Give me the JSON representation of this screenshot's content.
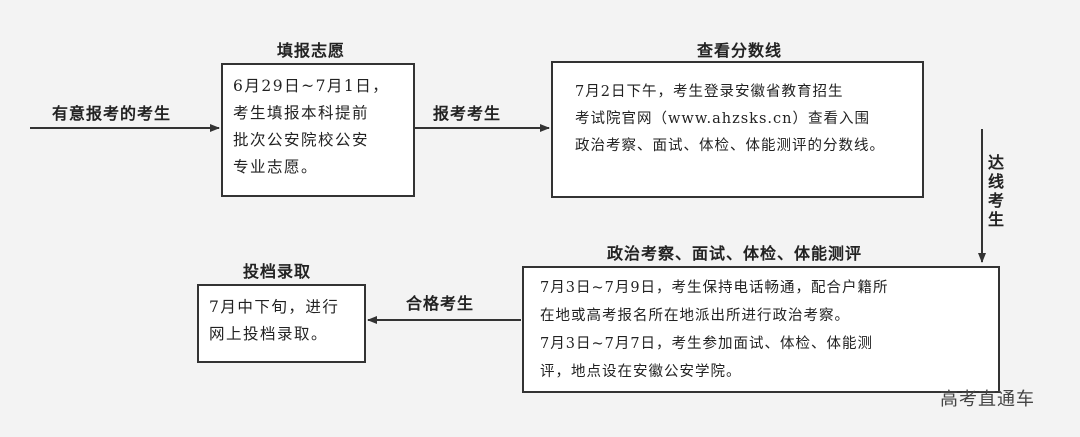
{
  "entry_label": "有意报考的考生",
  "steps": [
    {
      "title": "填报志愿",
      "lines": [
        "6月29日~7月1日，",
        "考生填报本科提前",
        "批次公安院校公安",
        "专业志愿。"
      ]
    },
    {
      "title": "查看分数线",
      "lines": [
        "7月2日下午，考生登录安徽省教育招生",
        "考试院官网（www.ahzsks.cn）查看入围",
        "政治考察、面试、体检、体能测评的分数线。"
      ]
    },
    {
      "title": "政治考察、面试、体检、体能测评",
      "lines": [
        "7月3日~7月9日，考生保持电话畅通，配合户籍所",
        "在地或高考报名所在地派出所进行政治考察。",
        "7月3日~7月7日，考生参加面试、体检、体能测",
        "评，地点设在安徽公安学院。"
      ]
    },
    {
      "title": "投档录取",
      "lines": [
        "7月中下旬，进行",
        "网上投档录取。"
      ]
    }
  ],
  "connectors": {
    "to_step2": "报考考生",
    "to_step3": "达线考生",
    "to_step4": "合格考生"
  },
  "watermark": "高考直通车"
}
